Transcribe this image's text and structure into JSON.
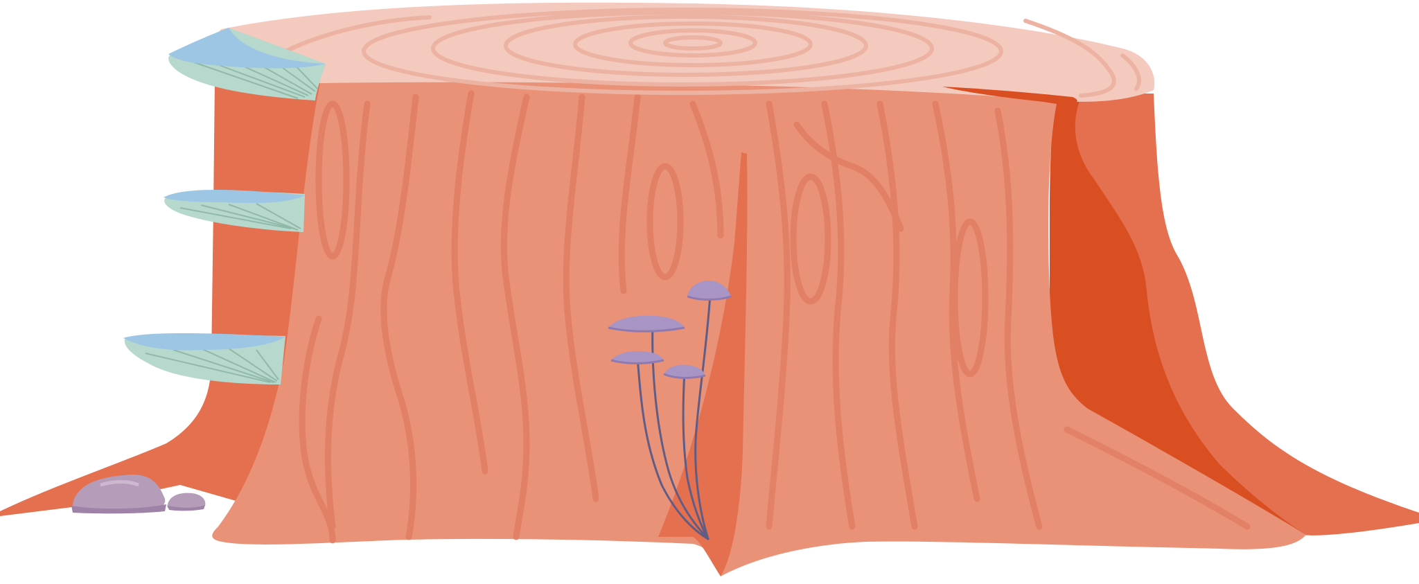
{
  "scene": {
    "subject": "tree-stump-illustration",
    "palette": {
      "background": "#ffffff",
      "bark_light": "#E99277",
      "bark_mid": "#E4704F",
      "bark_dark": "#D94F22",
      "bark_grain": "#E07E62",
      "top_face": "#F4C9BE",
      "top_rings": "#EDB3A2",
      "fungus_cap": "#9CC6E3",
      "fungus_gill": "#B7D8CC",
      "fungus_gill_line": "#8FB9A8",
      "mushroom_cap": "#A895C5",
      "mushroom_stem": "#5F5C85",
      "stone": "#B59CB8",
      "stone_shadow": "#9E82A8"
    },
    "elements": [
      {
        "name": "stump-top-face",
        "icon": "wood-rings"
      },
      {
        "name": "stump-bark",
        "icon": "tree-bark"
      },
      {
        "name": "shelf-fungus",
        "count": 3
      },
      {
        "name": "purple-mushroom",
        "count": 4
      },
      {
        "name": "stone",
        "count": 2
      }
    ]
  }
}
